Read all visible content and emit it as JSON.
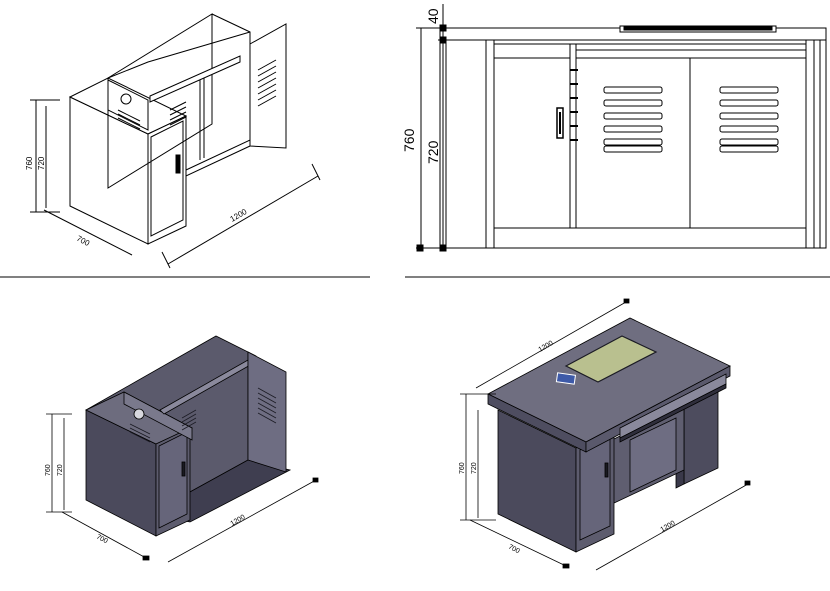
{
  "views": {
    "iso_wire": {
      "height_outer": "760",
      "height_inner": "720",
      "width": "1200",
      "depth": "700"
    },
    "front": {
      "top_thickness": "40",
      "height_outer": "760",
      "height_inner": "720"
    },
    "iso_shaded_open": {
      "height_outer": "760",
      "height_inner": "720",
      "width": "1200",
      "depth": "700"
    },
    "iso_shaded_closed": {
      "height_outer": "760",
      "height_inner": "720",
      "width": "1200",
      "depth": "700",
      "top_dim": "1200"
    }
  },
  "colors": {
    "line": "#000000",
    "panel_dark": "#4b4a5c",
    "panel_mid": "#5d5c6e",
    "panel_light": "#74738a",
    "top_light": "#6f6e80",
    "glass": "#b9c08f",
    "badge": "#3e5aa8"
  }
}
